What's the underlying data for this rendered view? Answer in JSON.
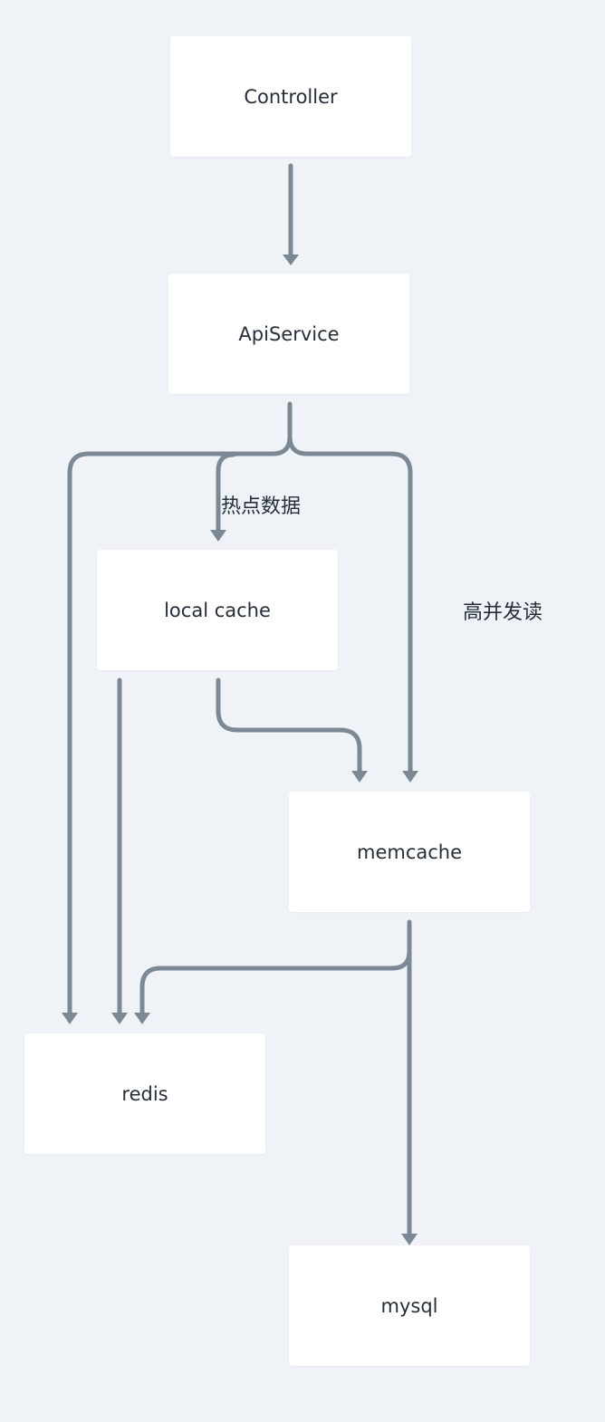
{
  "diagram": {
    "nodes": [
      {
        "id": "controller",
        "label": "Controller"
      },
      {
        "id": "apiservice",
        "label": "ApiService"
      },
      {
        "id": "localcache",
        "label": "local cache"
      },
      {
        "id": "memcache",
        "label": "memcache"
      },
      {
        "id": "redis",
        "label": "redis"
      },
      {
        "id": "mysql",
        "label": "mysql"
      }
    ],
    "edges": [
      {
        "from": "controller",
        "to": "apiservice",
        "label": ""
      },
      {
        "from": "apiservice",
        "to": "localcache",
        "label": "热点数据"
      },
      {
        "from": "apiservice",
        "to": "redis",
        "label": ""
      },
      {
        "from": "apiservice",
        "to": "memcache",
        "label": "高并发读"
      },
      {
        "from": "localcache",
        "to": "memcache",
        "label": ""
      },
      {
        "from": "localcache",
        "to": "redis",
        "label": ""
      },
      {
        "from": "memcache",
        "to": "redis",
        "label": ""
      },
      {
        "from": "memcache",
        "to": "mysql",
        "label": ""
      }
    ],
    "edge_color": "#7d8895",
    "node_fill": "#ffffff",
    "background": "#eff3f7"
  }
}
